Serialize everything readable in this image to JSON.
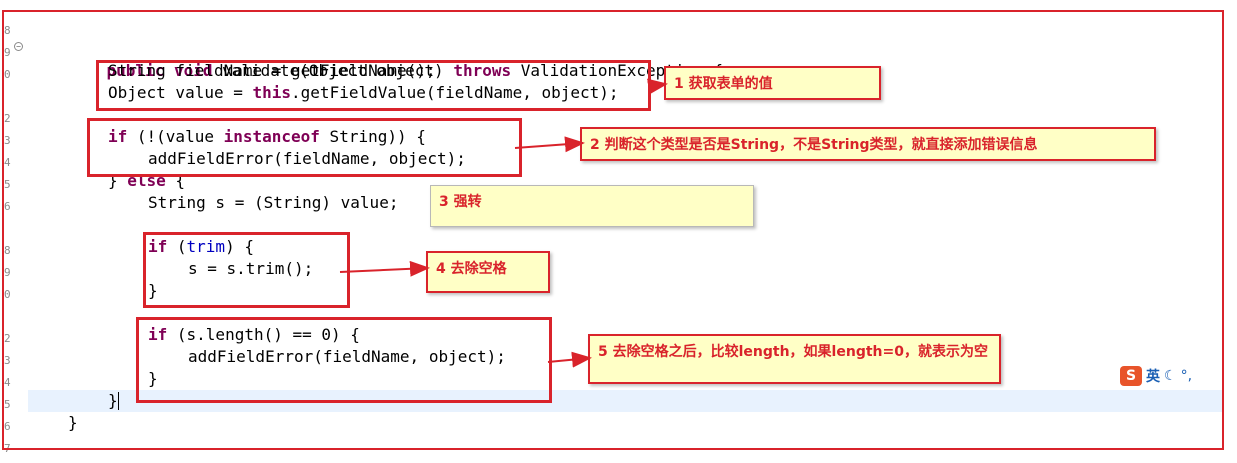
{
  "code": {
    "lines": [
      "public void validate(Object object) throws ValidationException {",
      "String fieldName = getFieldName();",
      "Object value = this.getFieldValue(fieldName, object);",
      "if (!(value instanceof String)) {",
      "addFieldError(fieldName, object);",
      "} else {",
      "String s = (String) value;",
      "if (trim) {",
      "s = s.trim();",
      "}",
      "if (s.length() == 0) {",
      "addFieldError(fieldName, object);",
      "}",
      "}",
      "}"
    ],
    "line_numbers": [
      "8",
      "9",
      "0",
      "",
      "2",
      "3",
      "4",
      "5",
      "6",
      "",
      "8",
      "9",
      "0",
      "",
      "2",
      "3",
      "4",
      "5",
      "6",
      "7"
    ]
  },
  "notes": {
    "n1": "1 获取表单的值",
    "n2": "2 判断这个类型是否是String，不是String类型，就直接添加错误信息",
    "n3": "3 强转",
    "n4": "4 去除空格",
    "n5": "5 去除空格之后，比较length，如果length=0，就表示为空"
  },
  "ime": {
    "logo": "S",
    "label": "英"
  },
  "colors": {
    "annotation_red": "#d9232b",
    "note_bg": "#ffffc6",
    "keyword": "#7f0055",
    "field": "#0000c0"
  }
}
